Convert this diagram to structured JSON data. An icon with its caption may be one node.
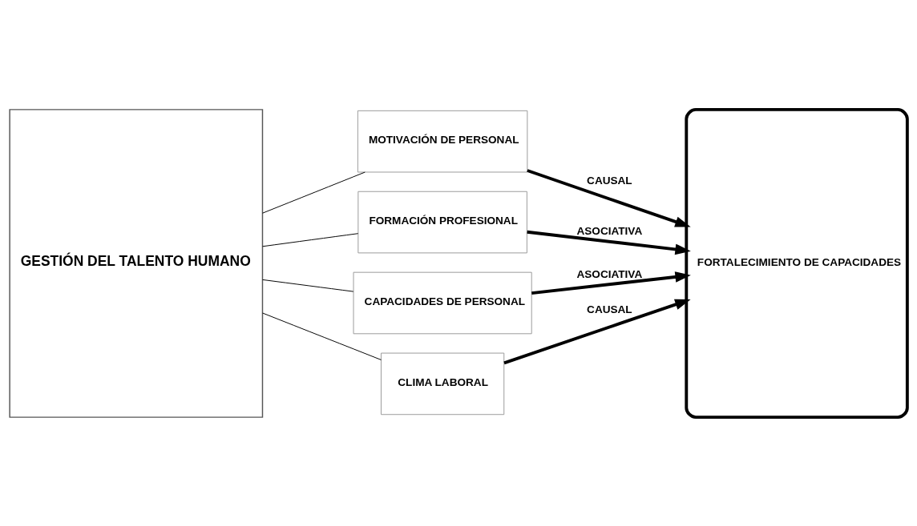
{
  "diagram": {
    "nodes": [
      {
        "text": [
          "GESTIÓN DEL TALENTO HUMANO"
        ]
      },
      {
        "text": [
          "MOTIVACIÓN DE PERSONAL"
        ]
      },
      {
        "text": [
          "FORMACIÓN PROFESIONAL"
        ]
      },
      {
        "text": [
          "CAPACIDADES DE PERSONAL"
        ]
      },
      {
        "text": [
          "CLIMA LABORAL"
        ]
      },
      {
        "text": [
          "FORTALECIMIENTO DE CAPACIDADES"
        ]
      }
    ],
    "edges": [
      {
        "from": 0,
        "to": 1,
        "arrow": "none"
      },
      {
        "from": 0,
        "to": 2,
        "arrow": "none"
      },
      {
        "from": 0,
        "to": 3,
        "arrow": "none"
      },
      {
        "from": 0,
        "to": 4,
        "arrow": "none"
      },
      {
        "from": 1,
        "to": 5,
        "arrow": "to",
        "label": "CAUSAL",
        "style": "thick"
      },
      {
        "from": 2,
        "to": 5,
        "arrow": "to",
        "label": "ASOCIATIVA",
        "style": "thick"
      },
      {
        "from": 3,
        "to": 5,
        "arrow": "to",
        "label": "ASOCIATIVA",
        "style": "thick"
      },
      {
        "from": 4,
        "to": 5,
        "arrow": "to",
        "label": "CAUSAL",
        "style": "thick"
      }
    ]
  }
}
